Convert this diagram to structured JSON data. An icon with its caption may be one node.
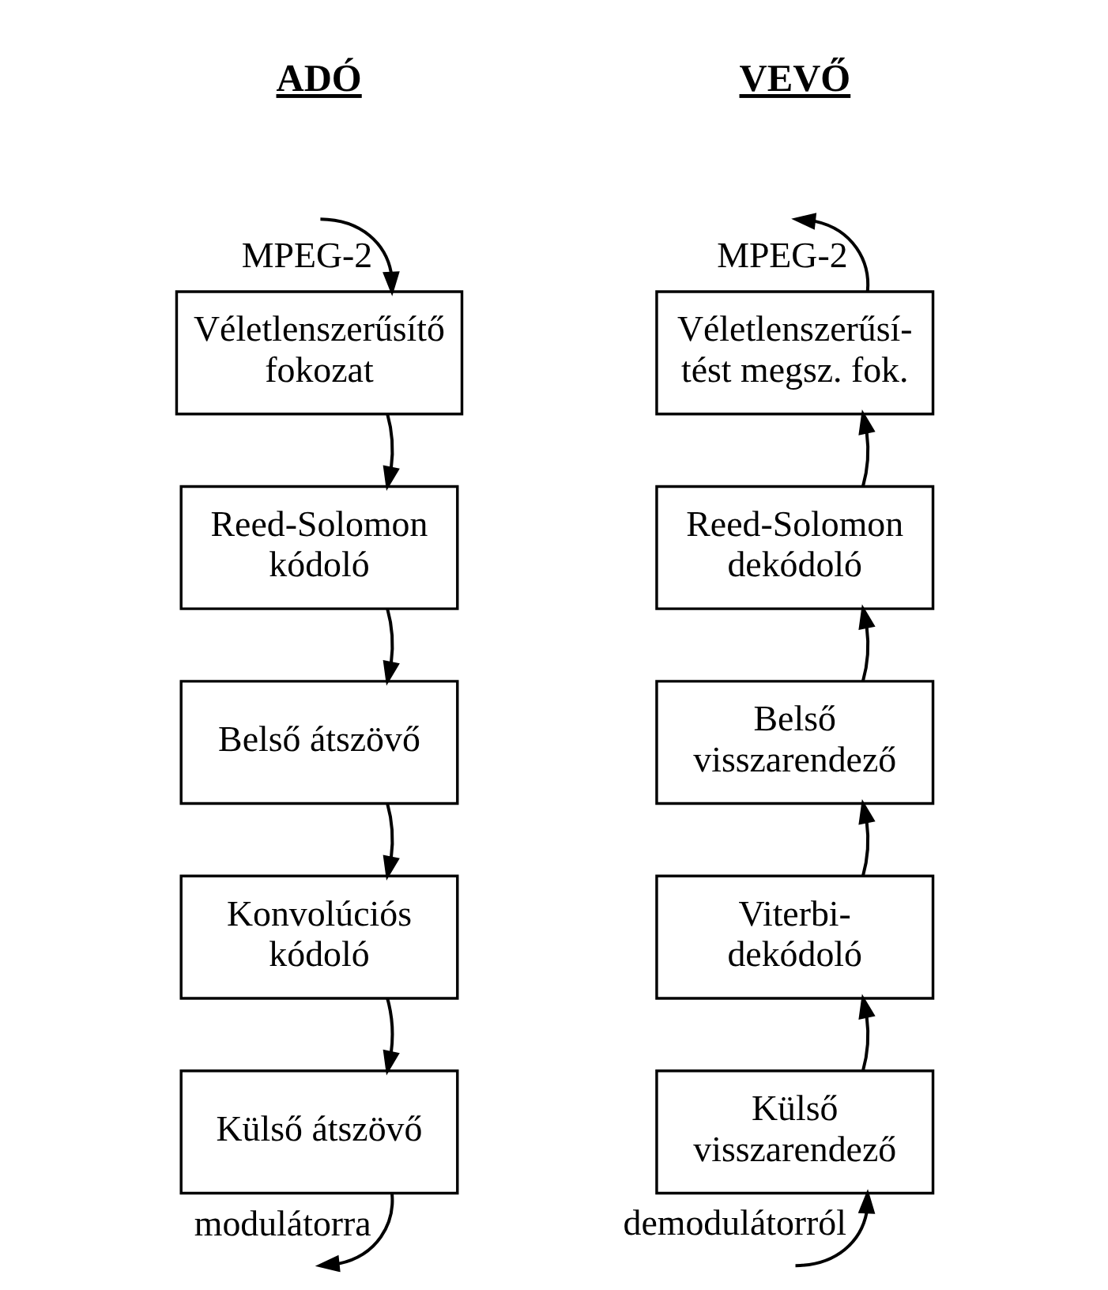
{
  "diagram": {
    "nodes": [
      {
        "text": [
          "Véletlenszerűsítő fokozat"
        ]
      },
      {
        "text": [
          "Reed-Solomon kódoló"
        ]
      },
      {
        "text": [
          "Belső átszövő"
        ]
      },
      {
        "text": [
          "Konvolúciós kódoló"
        ]
      },
      {
        "text": [
          "Külső átszövő"
        ]
      },
      {
        "text": [
          "Véletlenszerűsí- tést megsz. fok."
        ]
      },
      {
        "text": [
          "Reed-Solomon dekódoló"
        ]
      },
      {
        "text": [
          "Belső visszarendező"
        ]
      },
      {
        "text": [
          "Viterbi- dekódoló"
        ]
      },
      {
        "text": [
          "Külső visszarendező"
        ]
      }
    ],
    "edges": [
      {
        "from": null,
        "to": 0,
        "arrow": "to",
        "label": "MPEG-2"
      },
      {
        "from": 0,
        "to": 1,
        "arrow": "to"
      },
      {
        "from": 1,
        "to": 2,
        "arrow": "to"
      },
      {
        "from": 2,
        "to": 3,
        "arrow": "to"
      },
      {
        "from": 3,
        "to": 4,
        "arrow": "to"
      },
      {
        "from": 4,
        "to": null,
        "arrow": "to",
        "label": "modulátorra"
      },
      {
        "from": null,
        "to": 9,
        "arrow": "to",
        "label": "demodulátorról"
      },
      {
        "from": 9,
        "to": 8,
        "arrow": "to"
      },
      {
        "from": 8,
        "to": 7,
        "arrow": "to"
      },
      {
        "from": 7,
        "to": 6,
        "arrow": "to"
      },
      {
        "from": 6,
        "to": 5,
        "arrow": "to"
      },
      {
        "from": 5,
        "to": null,
        "arrow": "to",
        "label": "MPEG-2"
      }
    ],
    "labels": [
      "ADÓ",
      "VEVŐ"
    ]
  }
}
